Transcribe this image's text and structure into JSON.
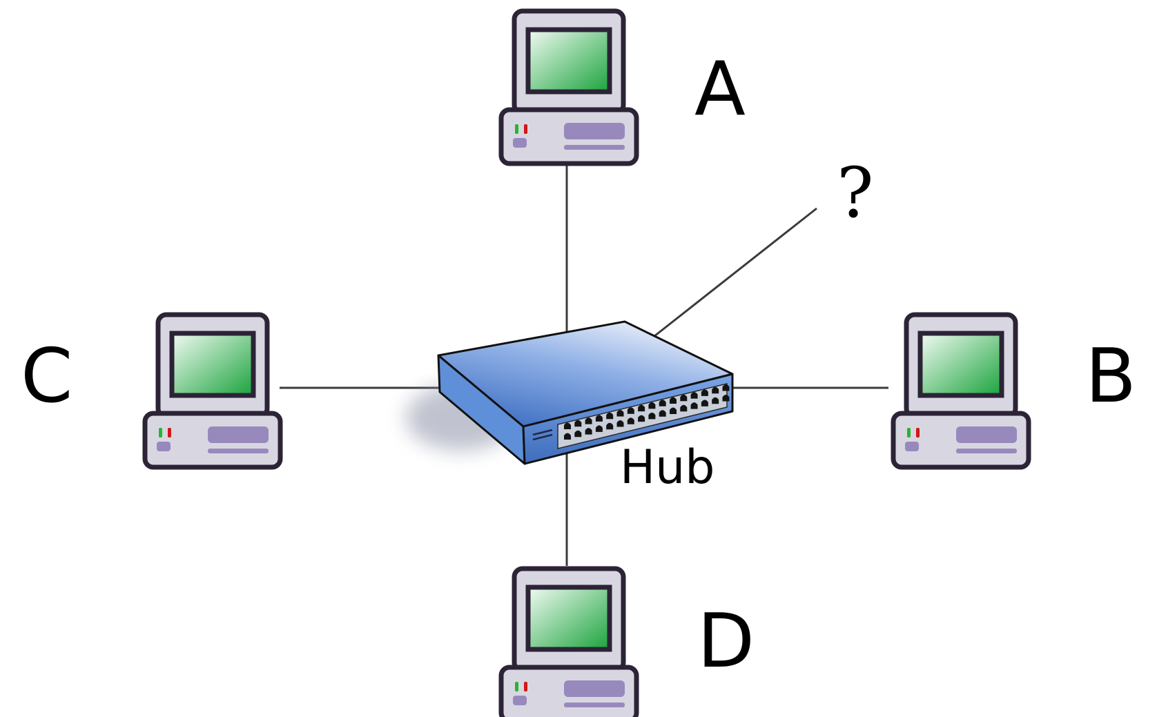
{
  "colors": {
    "link": "#3b3b3b",
    "case": "#d8d7e1",
    "outline": "#2c2436",
    "screen_light": "#f2fbf3",
    "screen_dark": "#1aa33c",
    "panel": "#9889bd",
    "led_green": "#26b532",
    "led_red": "#d01818",
    "hub_top_light": "#f1f4fb",
    "hub_top_dark": "#3d6ec2",
    "hub_side": "#5e8fd8",
    "port": "#141414"
  },
  "icons": {
    "computer": "desktop-computer-icon",
    "hub": "network-hub-icon"
  },
  "nodes": {
    "a": {
      "label": "A"
    },
    "b": {
      "label": "B"
    },
    "c": {
      "label": "C"
    },
    "d": {
      "label": "D"
    },
    "unknown": {
      "label": "?"
    },
    "hub": {
      "label": "Hub"
    }
  }
}
